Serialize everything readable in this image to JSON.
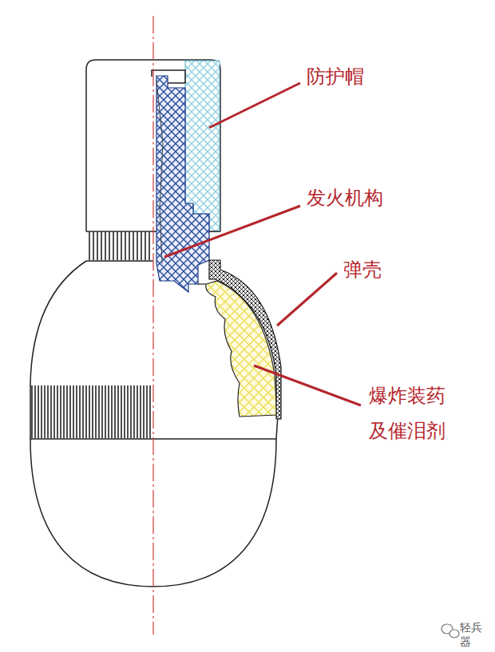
{
  "diagram": {
    "labels": [
      "防护帽",
      "发火机构",
      "弹壳",
      "爆炸装药 及催泪剂",
      "轻兵器"
    ]
  }
}
